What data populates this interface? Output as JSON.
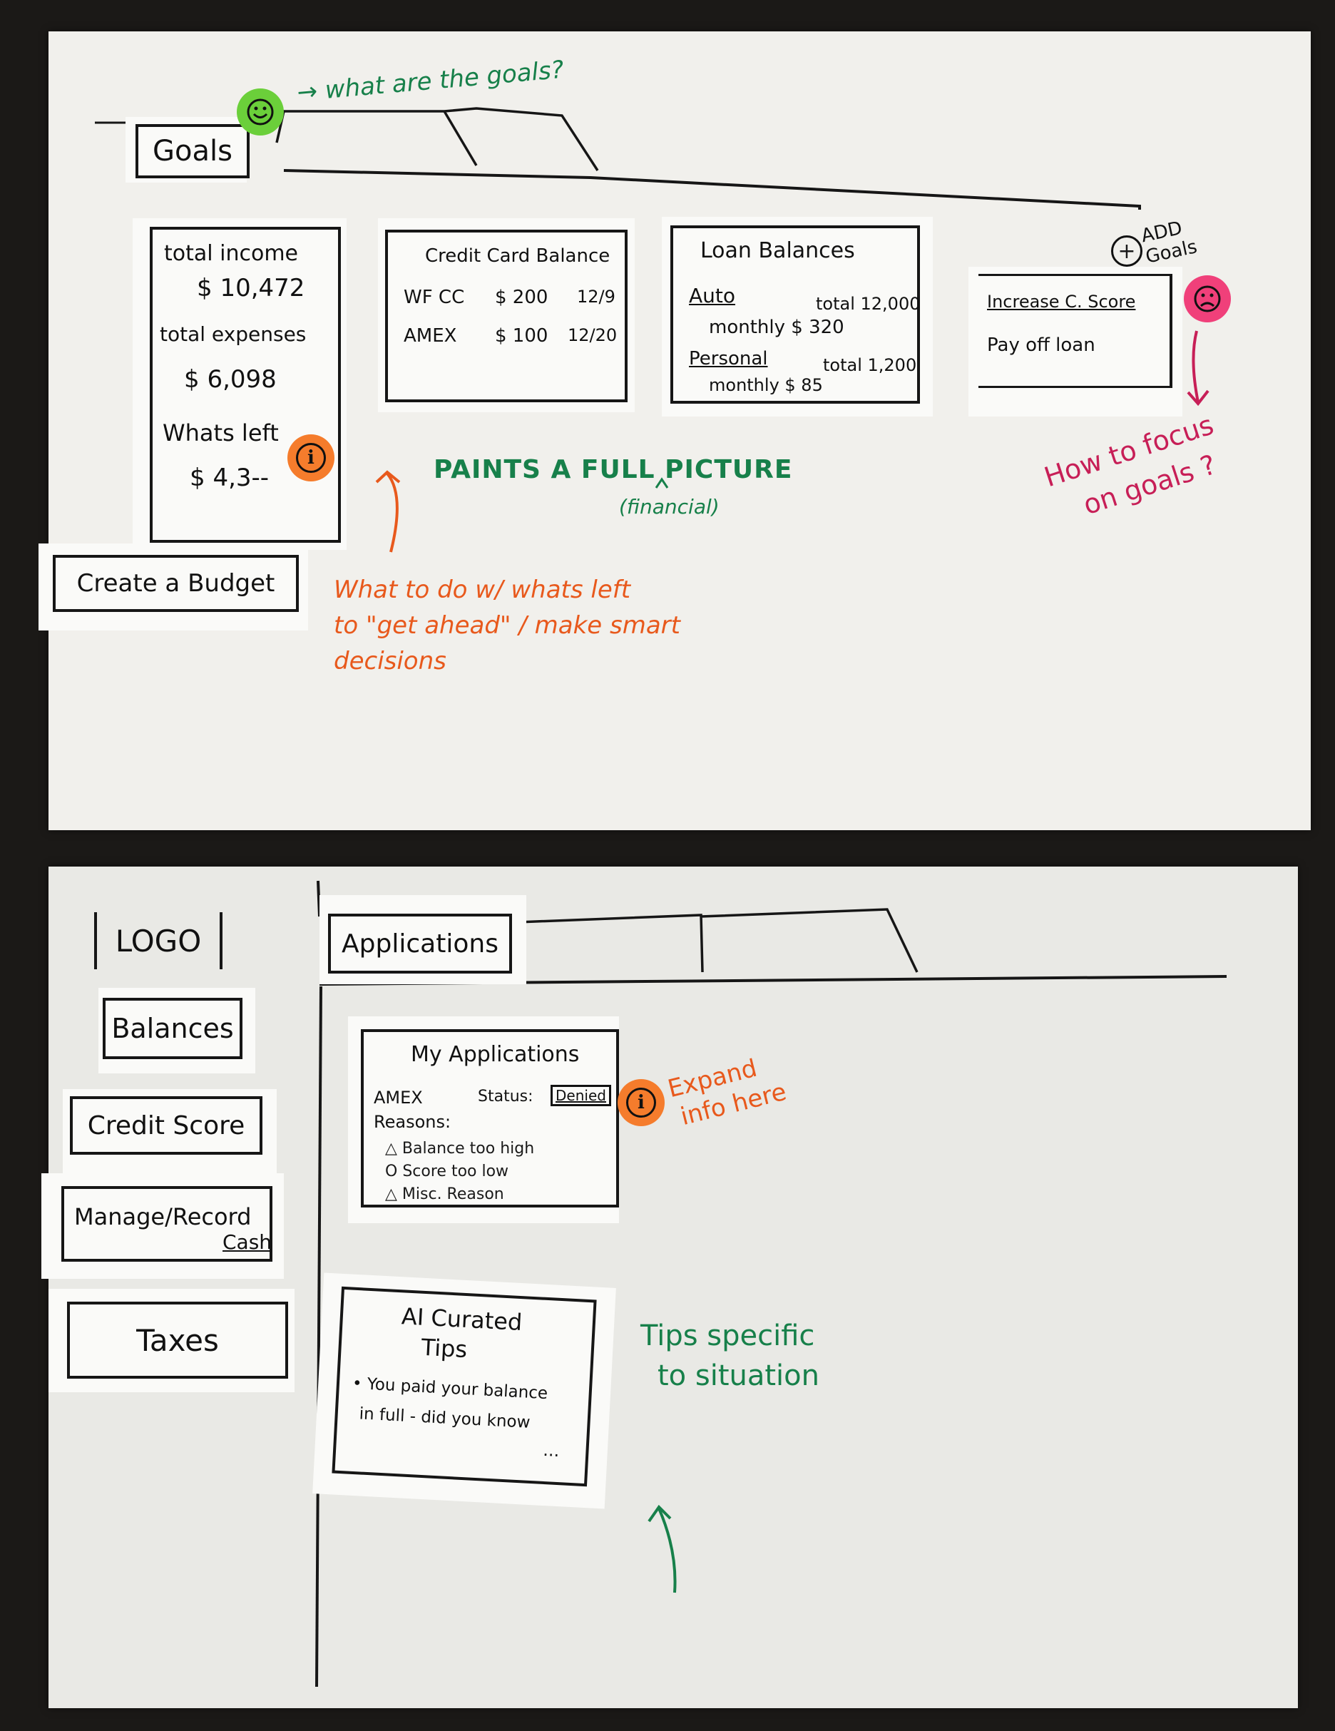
{
  "sheet1": {
    "tab_active": "Goals",
    "note_goals": "→ what are the goals?",
    "income_card": {
      "income_label": "total income",
      "income_value": "$ 10,472",
      "expenses_label": "total expenses",
      "expenses_value": "$ 6,098",
      "left_label": "Whats left",
      "left_value": "$ 4,3--"
    },
    "credit_card": {
      "title": "Credit Card Balance",
      "rows": [
        {
          "name": "WF CC",
          "amount": "$ 200",
          "date": "12/9"
        },
        {
          "name": "AMEX",
          "amount": "$ 100",
          "date": "12/20"
        }
      ]
    },
    "loan_card": {
      "title": "Loan Balances",
      "auto_label": "Auto",
      "auto_total": "total 12,000",
      "auto_monthly": "monthly $ 320",
      "personal_label": "Personal",
      "personal_total": "total 1,200",
      "personal_monthly": "monthly $ 85"
    },
    "goals_list": {
      "add_label": "ADD Goals",
      "items": [
        "Increase C. Score",
        "Pay off loan"
      ]
    },
    "note_picture": "PAINTS A FULL PICTURE",
    "note_financial": "(financial)",
    "budget_button": "Create a Budget",
    "note_whats_left": [
      "What to do w/ whats left",
      "to \"get ahead\" / make smart",
      "decisions"
    ],
    "note_focus": [
      "How to focus",
      "on goals ?"
    ]
  },
  "sheet2": {
    "logo": "LOGO",
    "nav": [
      "Balances",
      "Credit Score",
      "Manage/Record",
      "Taxes"
    ],
    "nav_cash": "Cash",
    "tab_active": "Applications",
    "applications": {
      "title": "My Applications",
      "issuer": "AMEX",
      "status_label": "Status:",
      "status_value": "Denied",
      "reasons_label": "Reasons:",
      "reasons": [
        {
          "icon": "△",
          "text": "Balance too high"
        },
        {
          "icon": "O",
          "text": "Score too low"
        },
        {
          "icon": "△",
          "text": "Misc. Reason"
        }
      ]
    },
    "note_expand": [
      "Expand",
      "info here"
    ],
    "tips": {
      "title_1": "AI Curated",
      "title_2": "Tips",
      "bullet_1": "• You paid your balance",
      "bullet_2": "in full - did you know",
      "ellipsis": "..."
    },
    "note_tips": [
      "Tips specific",
      "to situation"
    ]
  }
}
